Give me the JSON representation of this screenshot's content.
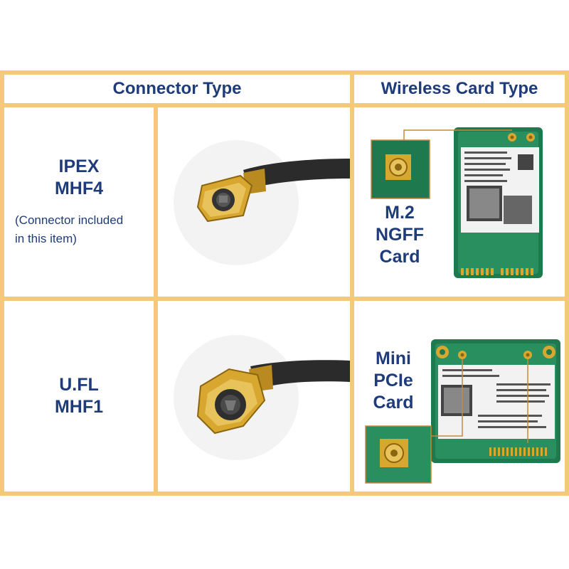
{
  "headers": {
    "connector": "Connector Type",
    "wireless": "Wireless Card Type"
  },
  "rows": [
    {
      "connector_name_line1": "IPEX",
      "connector_name_line2": "MHF4",
      "note_line1": "(Connector included",
      "note_line2": "in this item)",
      "card_line1": "M.2",
      "card_line2": "NGFF",
      "card_line3": "Card"
    },
    {
      "connector_name_line1": "U.FL",
      "connector_name_line2": "MHF1",
      "card_line1": "Mini",
      "card_line2": "PCIe",
      "card_line3": "Card"
    }
  ],
  "colors": {
    "border": "#F5C97A",
    "text": "#1F3C7A",
    "pcb": "#1E7A4E",
    "gold": "#D8A730"
  },
  "icons": [
    "ipex-mhf4-connector-image",
    "m2-ngff-card-image",
    "ufl-mhf1-connector-image",
    "mini-pcie-card-image"
  ]
}
